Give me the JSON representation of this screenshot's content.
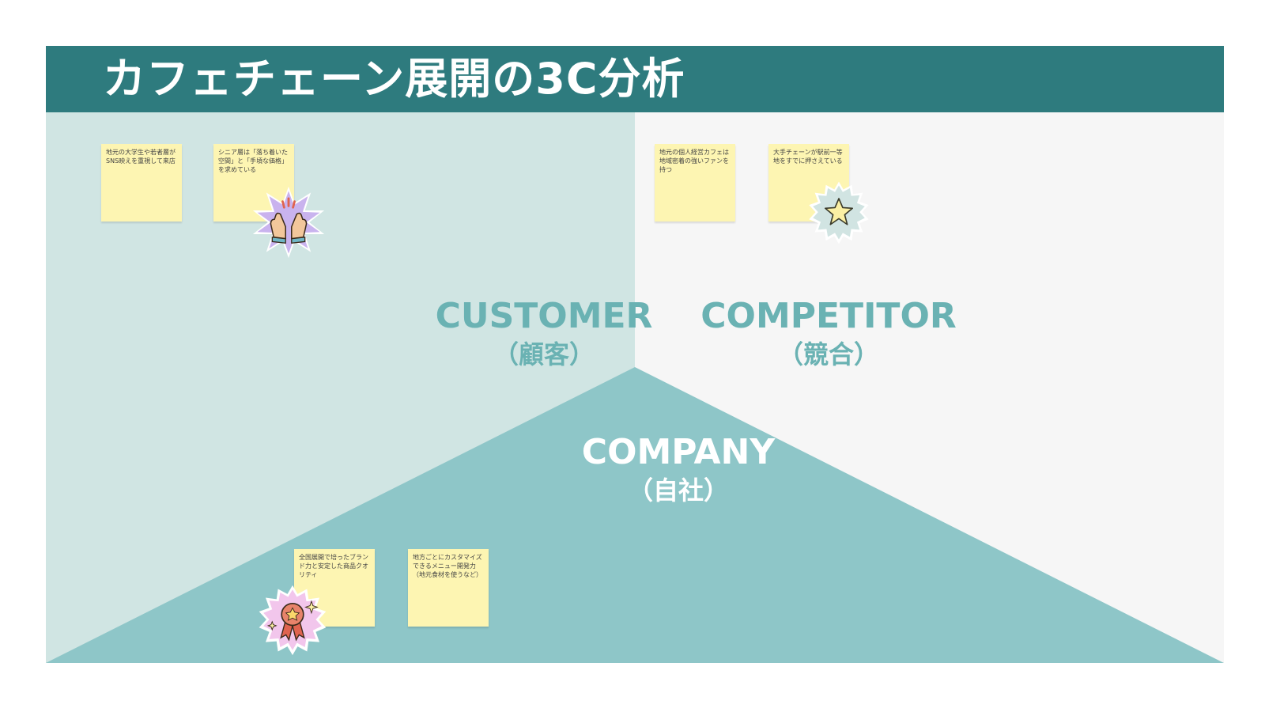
{
  "header": {
    "title": "カフェチェーン展開の3C分析"
  },
  "sections": {
    "customer": {
      "title": "CUSTOMER",
      "subtitle": "（顧客）"
    },
    "competitor": {
      "title": "COMPETITOR",
      "subtitle": "（競合）"
    },
    "company": {
      "title": "COMPANY",
      "subtitle": "（自社）"
    }
  },
  "notes": {
    "customer": [
      {
        "text": "地元の大学生や若者層がSNS映えを重視して来店"
      },
      {
        "text": "シニア層は「落ち着いた空間」と「手頃な価格」を求めている"
      }
    ],
    "competitor": [
      {
        "text": "地元の個人経営カフェは地域密着の強いファンを持つ"
      },
      {
        "text": "大手チェーンが駅前一等地をすでに押さえている"
      }
    ],
    "company": [
      {
        "text": "全国展開で培ったブランド力と安定した商品クオリティ"
      },
      {
        "text": "地方ごとにカスタマイズできるメニュー開発力（地元食材を使うなど）"
      }
    ]
  },
  "stickers": {
    "hands": "high-five-hands-icon",
    "star": "star-icon",
    "medal": "award-medal-icon"
  },
  "colors": {
    "header": "#2e7b7e",
    "customer_bg": "#d0e5e3",
    "competitor_bg": "#f6f6f6",
    "company_bg": "#8ec6c8",
    "section_label": "#6ab2b3",
    "sticky": "#fdf5b2"
  }
}
